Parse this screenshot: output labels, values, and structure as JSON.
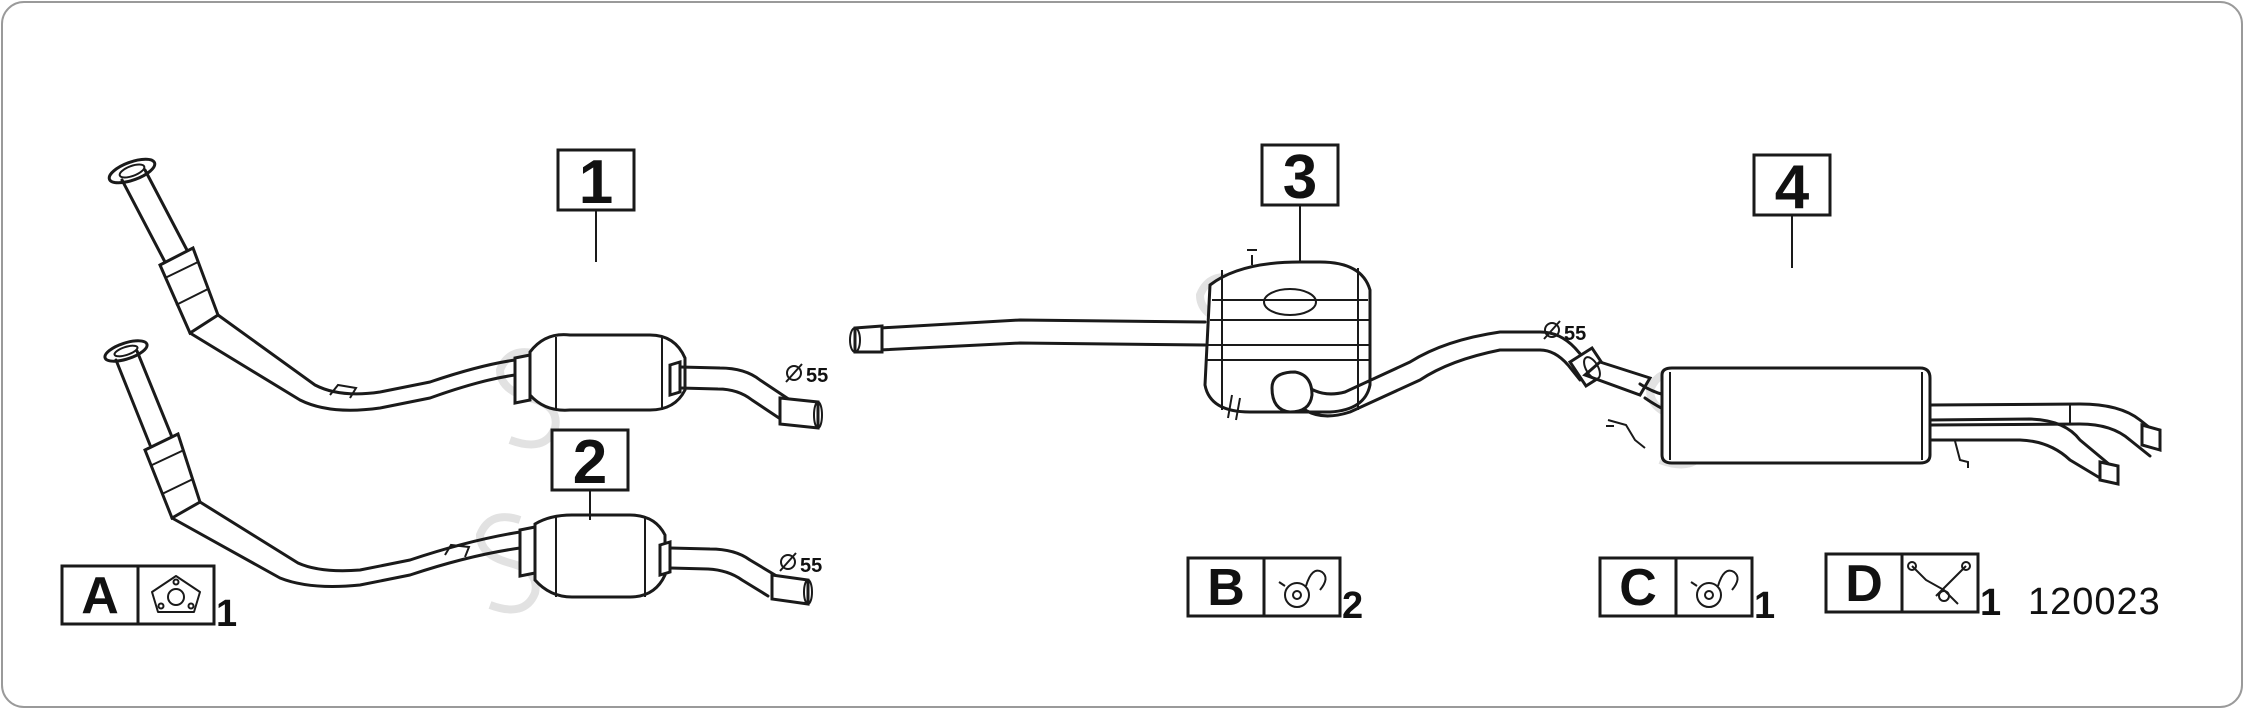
{
  "parts": [
    {
      "number": "1",
      "diameter": "55"
    },
    {
      "number": "2",
      "diameter": "55"
    },
    {
      "number": "3",
      "diameter": "55"
    },
    {
      "number": "4"
    }
  ],
  "kits": [
    {
      "letter": "A",
      "icon": "flange-gasket-icon",
      "quantity": "1"
    },
    {
      "letter": "B",
      "icon": "rubber-hanger-icon",
      "quantity": "2"
    },
    {
      "letter": "C",
      "icon": "rubber-hanger-icon",
      "quantity": "1"
    },
    {
      "letter": "D",
      "icon": "mounting-bracket-icon",
      "quantity": "1"
    }
  ],
  "diagram_code": "120023",
  "colors": {
    "line": "#1a1a1a",
    "frame": "#9a9a9a",
    "watermark": "#e2e2e2"
  }
}
